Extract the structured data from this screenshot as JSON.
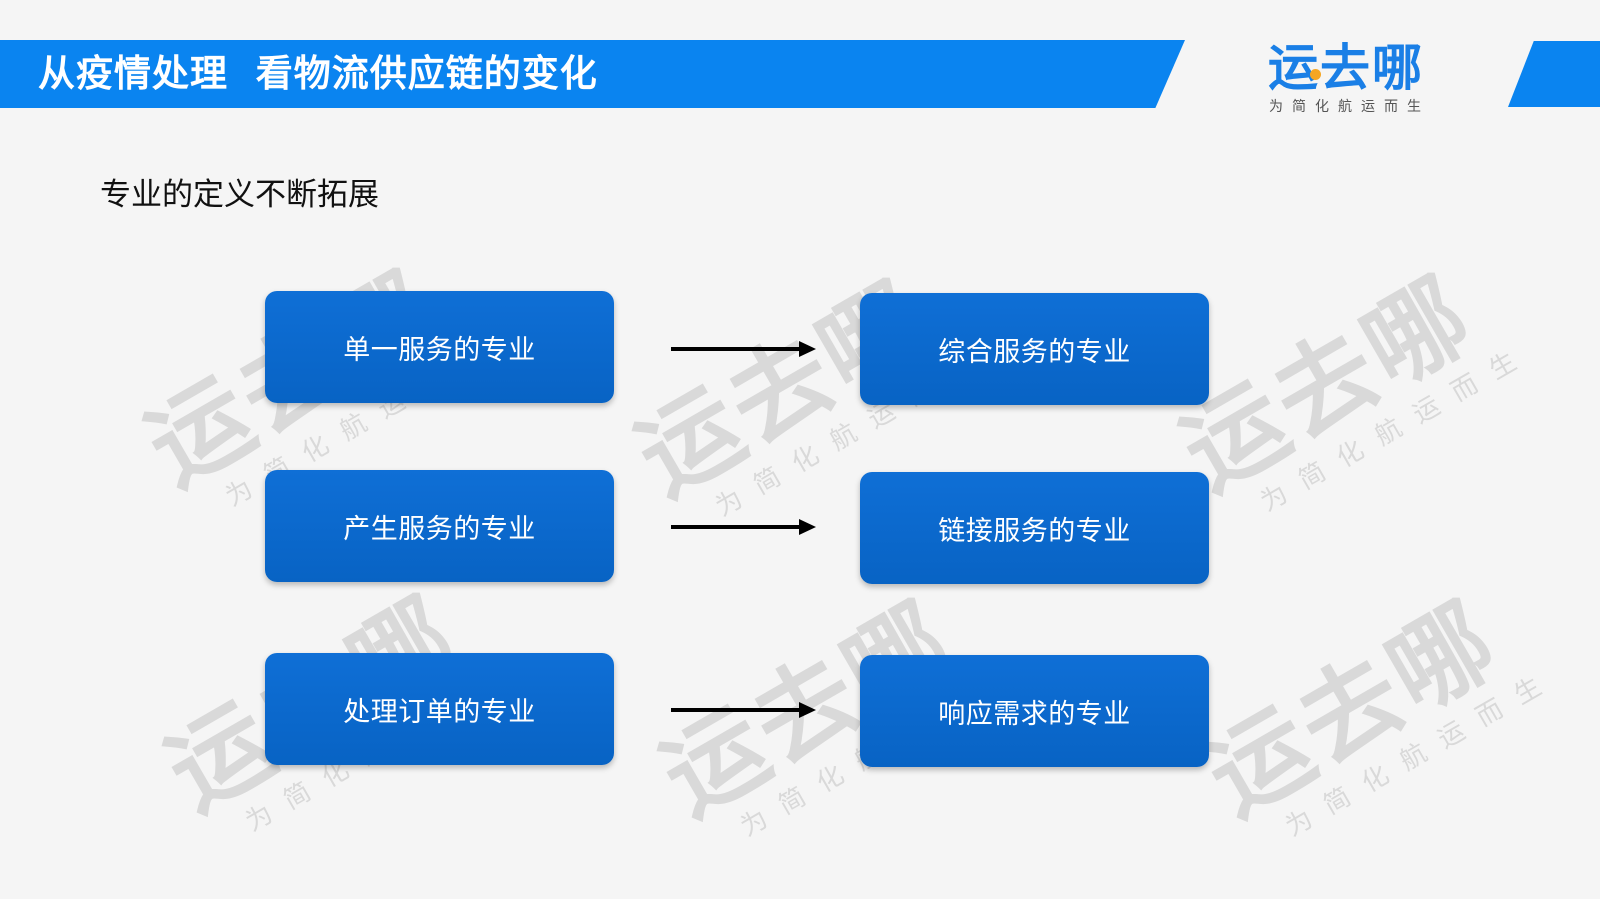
{
  "header": {
    "title": "从疫情处理  看物流供应链的变化"
  },
  "logo": {
    "name": "运去哪",
    "tagline": "为简化航运而生"
  },
  "subtitle": "专业的定义不断拓展",
  "rows": [
    {
      "left": "单一服务的专业",
      "right": "综合服务的专业"
    },
    {
      "left": "产生服务的专业",
      "right": "链接服务的专业"
    },
    {
      "left": "处理订单的专业",
      "right": "响应需求的专业"
    }
  ],
  "watermark": {
    "main": "运去哪",
    "sub": "为简化航运而生"
  },
  "colors": {
    "banner": "#0a84f0",
    "box": "#0863c4",
    "logo": "#1a7fe6",
    "logo_dot": "#f5a623",
    "background": "#f5f5f5"
  }
}
